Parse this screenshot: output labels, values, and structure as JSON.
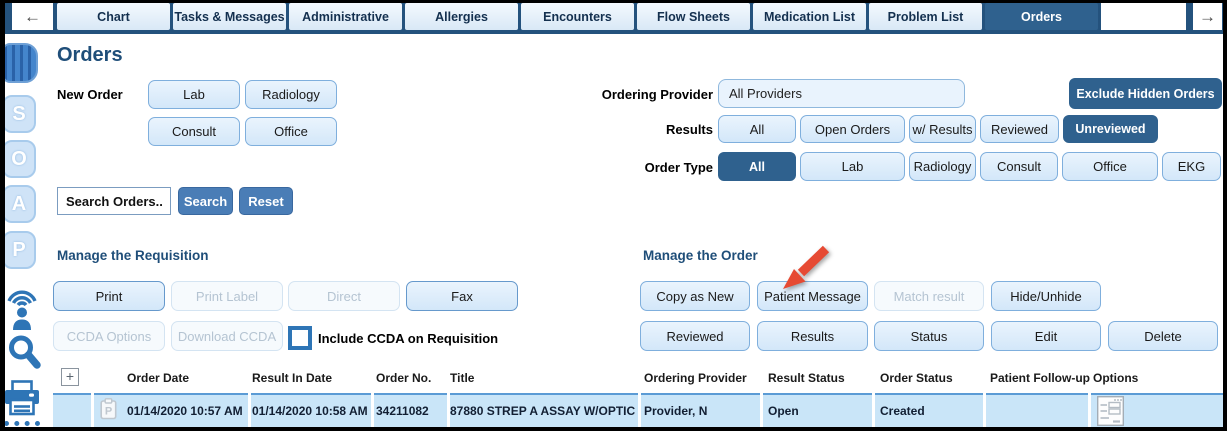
{
  "topbar": {
    "back_arrow": "←",
    "forward_arrow": "→",
    "tabs": [
      "Chart",
      "Tasks & Messages",
      "Administrative",
      "Allergies",
      "Encounters",
      "Flow Sheets",
      "Medication List",
      "Problem List",
      "Orders"
    ],
    "active_tab": "Orders"
  },
  "sidebar": {
    "letters": [
      "S",
      "O",
      "A",
      "P"
    ],
    "icons": [
      "chart-tabs-handle",
      "telehealth-person",
      "search-magnifier",
      "printer"
    ]
  },
  "page": {
    "title": "Orders"
  },
  "filters": {
    "new_order_label": "New Order",
    "new_order_options": [
      "Lab",
      "Radiology",
      "Consult",
      "Office"
    ],
    "ordering_provider_label": "Ordering Provider",
    "ordering_provider_value": "All Providers",
    "exclude_hidden_label": "Exclude Hidden Orders",
    "results_label": "Results",
    "results_options": [
      "All",
      "Open Orders",
      "w/ Results",
      "Reviewed",
      "Unreviewed"
    ],
    "results_active": "Unreviewed",
    "order_type_label": "Order Type",
    "order_type_options": [
      "All",
      "Lab",
      "Radiology",
      "Consult",
      "Office",
      "EKG"
    ],
    "order_type_active": "All",
    "search_placeholder": "Search Orders...",
    "search_button": "Search",
    "reset_button": "Reset"
  },
  "requisition": {
    "heading": "Manage the Requisition",
    "print": "Print",
    "print_label": "Print Label",
    "direct": "Direct",
    "fax": "Fax",
    "ccda_options": "CCDA Options",
    "download_ccda": "Download CCDA",
    "include_ccda_label": "Include CCDA on Requisition",
    "include_ccda_checked": false
  },
  "order_actions": {
    "heading": "Manage the Order",
    "copy_as_new": "Copy as New",
    "patient_message": "Patient Message",
    "match_result": "Match result",
    "hide_unhide": "Hide/Unhide",
    "reviewed": "Reviewed",
    "results": "Results",
    "status": "Status",
    "edit": "Edit",
    "delete": "Delete"
  },
  "annotation": {
    "arrow_points_to": "Patient Message"
  },
  "table": {
    "expand_glyph": "+",
    "row_icon_glyph": "P",
    "headers": [
      "Order Date",
      "Result In Date",
      "Order No.",
      "Title",
      "Ordering Provider",
      "Result Status",
      "Order Status",
      "Patient Follow-up",
      "Options"
    ],
    "rows": [
      {
        "order_date": "01/14/2020 10:57 AM",
        "result_in_date": "01/14/2020 10:58 AM",
        "order_no": "34211082",
        "title": "87880 STREP A ASSAY W/OPTIC",
        "ordering_provider": "Provider, N",
        "result_status": "Open",
        "order_status": "Created",
        "patient_follow_up": ""
      }
    ]
  },
  "colors": {
    "topbar_navy": "#24527d",
    "active_tab_blue": "#2f618e",
    "medium_button_blue": "#4a7db6",
    "light_button_bg": "#d9eafa",
    "light_button_border": "#7fafdd",
    "row_highlight": "#c9e5f8",
    "heading_blue": "#1f4e79",
    "icon_blue": "#2e75b6",
    "annotation_arrow_red": "#e64a33"
  }
}
